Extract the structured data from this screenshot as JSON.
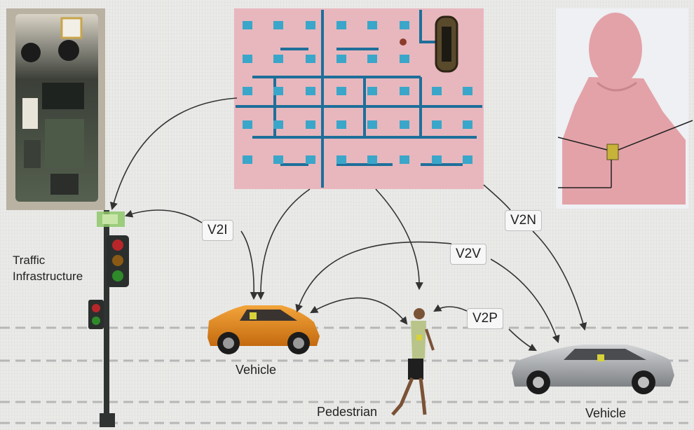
{
  "labels": {
    "traffic_infrastructure": "Traffic\nInfrastructure",
    "vehicle_left": "Vehicle",
    "vehicle_right": "Vehicle",
    "pedestrian": "Pedestrian"
  },
  "links": {
    "v2i": "V2I",
    "v2v": "V2V",
    "v2n": "V2N",
    "v2p": "V2P"
  },
  "colors": {
    "antenna_board": "#e7b7bd",
    "antenna_trace": "#1e6f9a",
    "antenna_patch": "#3aa6c9",
    "body_model": "#e3a2a8",
    "car_left": "#e8901c",
    "car_right": "#a9abad",
    "arrow": "#333333"
  }
}
